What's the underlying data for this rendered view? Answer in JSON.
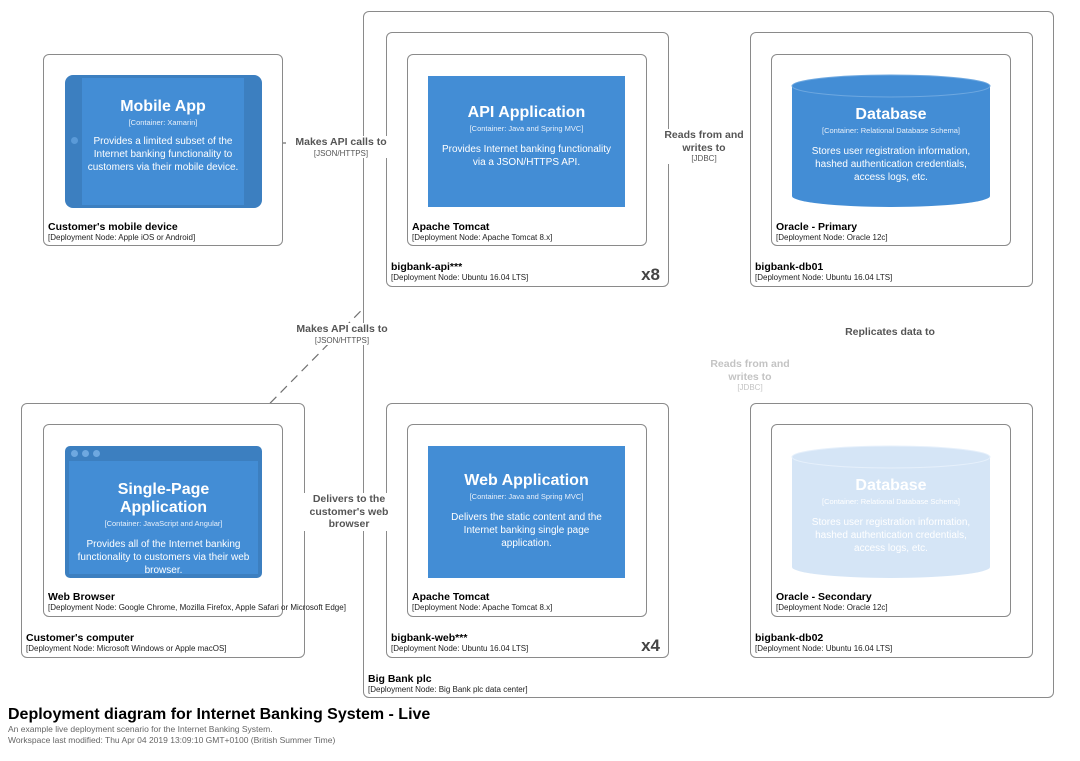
{
  "nodes": {
    "big_bank": {
      "title": "Big Bank plc",
      "tech": "[Deployment Node: Big Bank plc data center]"
    },
    "mobile_device": {
      "title": "Customer's mobile device",
      "tech": "[Deployment Node: Apple iOS or Android]"
    },
    "api_server": {
      "title": "bigbank-api***",
      "tech": "[Deployment Node: Ubuntu 16.04 LTS]",
      "multiplicity": "x8"
    },
    "api_tomcat": {
      "title": "Apache Tomcat",
      "tech": "[Deployment Node: Apache Tomcat 8.x]"
    },
    "db01": {
      "title": "bigbank-db01",
      "tech": "[Deployment Node: Ubuntu 16.04 LTS]"
    },
    "oracle_primary": {
      "title": "Oracle - Primary",
      "tech": "[Deployment Node: Oracle 12c]"
    },
    "computer": {
      "title": "Customer's computer",
      "tech": "[Deployment Node: Microsoft Windows or Apple macOS]"
    },
    "web_browser": {
      "title": "Web Browser",
      "tech": "[Deployment Node: Google Chrome, Mozilla Firefox, Apple Safari or Microsoft Edge]"
    },
    "web_server": {
      "title": "bigbank-web***",
      "tech": "[Deployment Node: Ubuntu 16.04 LTS]",
      "multiplicity": "x4"
    },
    "web_tomcat": {
      "title": "Apache Tomcat",
      "tech": "[Deployment Node: Apache Tomcat 8.x]"
    },
    "db02": {
      "title": "bigbank-db02",
      "tech": "[Deployment Node: Ubuntu 16.04 LTS]"
    },
    "oracle_secondary": {
      "title": "Oracle - Secondary",
      "tech": "[Deployment Node: Oracle 12c]"
    }
  },
  "containers": {
    "mobile_app": {
      "title": "Mobile App",
      "tech": "[Container: Xamarin]",
      "desc": "Provides a limited subset of the Internet banking functionality to customers via their mobile device."
    },
    "api_app": {
      "title": "API Application",
      "tech": "[Container: Java and Spring MVC]",
      "desc": "Provides Internet banking functionality via a JSON/HTTPS API."
    },
    "db_primary": {
      "title": "Database",
      "tech": "[Container: Relational Database Schema]",
      "desc": "Stores user registration information, hashed authentication credentials, access logs, etc."
    },
    "spa": {
      "title": "Single-Page Application",
      "tech": "[Container: JavaScript and Angular]",
      "desc": "Provides all of the Internet banking functionality to customers via their web browser."
    },
    "web_app": {
      "title": "Web Application",
      "tech": "[Container: Java and Spring MVC]",
      "desc": "Delivers the static content and the Internet banking single page application."
    },
    "db_secondary": {
      "title": "Database",
      "tech": "[Container: Relational Database Schema]",
      "desc": "Stores user registration information, hashed authentication credentials, access logs, etc."
    }
  },
  "relationships": {
    "mobile_api": {
      "label": "Makes API calls to",
      "tech": "[JSON/HTTPS]"
    },
    "api_db": {
      "label": "Reads from and writes to",
      "tech": "[JDBC]"
    },
    "spa_api": {
      "label": "Makes API calls to",
      "tech": "[JSON/HTTPS]"
    },
    "replicate": {
      "label": "Replicates data to"
    },
    "api_db2": {
      "label": "Reads from and writes to",
      "tech": "[JDBC]"
    },
    "web_spa": {
      "label": "Delivers to the customer's web browser"
    }
  },
  "footer": {
    "title": "Deployment diagram for Internet Banking System - Live",
    "description": "An example live deployment scenario for the Internet Banking System.",
    "modified": "Workspace last modified: Thu Apr 04 2019 13:09:10 GMT+0100 (British Summer Time)"
  },
  "colors": {
    "container": "#438dd5",
    "mobile_device_frame": "#3c7fc0",
    "edge": "#707070"
  }
}
